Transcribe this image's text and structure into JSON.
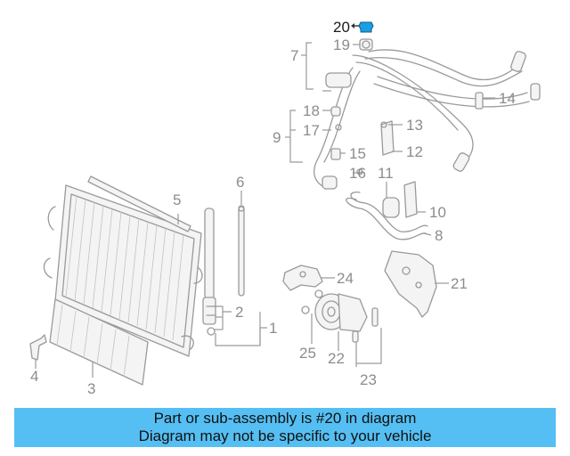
{
  "diagram": {
    "highlight_color": "#1a9fe0",
    "callouts": {
      "c1": "1",
      "c2": "2",
      "c3": "3",
      "c4": "4",
      "c5": "5",
      "c6": "6",
      "c7": "7",
      "c8": "8",
      "c9": "9",
      "c10": "10",
      "c11": "11",
      "c12": "12",
      "c13": "13",
      "c14": "14",
      "c15": "15",
      "c16": "16",
      "c17": "17",
      "c18": "18",
      "c19": "19",
      "c20": "20",
      "c21": "21",
      "c22": "22",
      "c23": "23",
      "c24": "24",
      "c25": "25"
    }
  },
  "banner": {
    "line1": "Part or sub-assembly is #20 in diagram",
    "line2": "Diagram may not be specific to your vehicle",
    "background": "#55bff3"
  }
}
